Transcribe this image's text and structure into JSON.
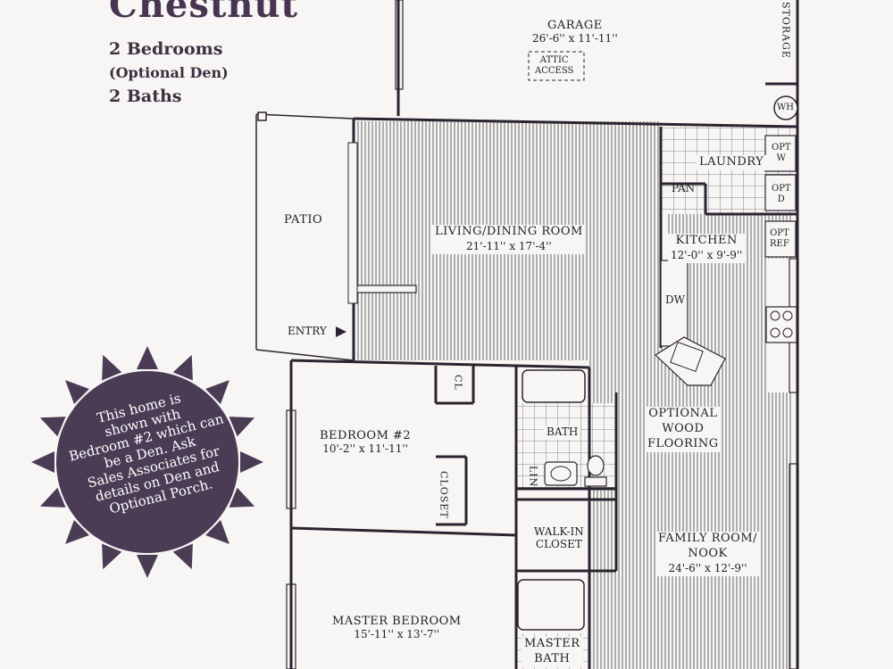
{
  "plan": {
    "name": "Chestnut",
    "specs": [
      "2 Bedrooms",
      "(Optional Den)",
      "2 Baths"
    ]
  },
  "rooms": {
    "garage": {
      "name": "GARAGE",
      "dims": "26'-6'' x 11'-11''"
    },
    "attic": [
      "ATTIC",
      "ACCESS"
    ],
    "storage": "STORAGE",
    "wh": "WH",
    "laundry": "LAUNDRY",
    "opt_w": [
      "OPT",
      "W"
    ],
    "opt_d": [
      "OPT",
      "D"
    ],
    "pan": "PAN",
    "opt_ref": [
      "OPT",
      "REF"
    ],
    "patio": "PATIO",
    "entry": "ENTRY",
    "living": {
      "name": "LIVING/DINING ROOM",
      "dims": "21'-11'' x 17'-4''"
    },
    "kitchen": {
      "name": "KITCHEN",
      "dims": "12'-0'' x 9'-9''"
    },
    "dw": "DW",
    "wood": [
      "OPTIONAL",
      "WOOD",
      "FLOORING"
    ],
    "bedroom2": {
      "name": "BEDROOM #2",
      "dims": "10'-2'' x 11'-11''"
    },
    "cl": "CL",
    "closet": "CLOSET",
    "bath": "BATH",
    "lin": "LIN",
    "walkin": [
      "WALK-IN",
      "CLOSET"
    ],
    "family": {
      "name": [
        "FAMILY ROOM/",
        "NOOK"
      ],
      "dims": "24'-6'' x 12'-9''"
    },
    "master": {
      "name": "MASTER BEDROOM",
      "dims": "15'-11'' x 13'-7''"
    },
    "master_bath": [
      "MASTER",
      "BATH"
    ]
  },
  "note": {
    "lines": [
      "This home is",
      "shown with",
      "Bedroom #2 which can",
      "be a Den. Ask",
      "Sales Associates for",
      "details on Den and",
      "Optional Porch."
    ]
  },
  "colors": {
    "ink": "#2b2430",
    "purple": "#473552",
    "paper": "#f7f6f4"
  }
}
